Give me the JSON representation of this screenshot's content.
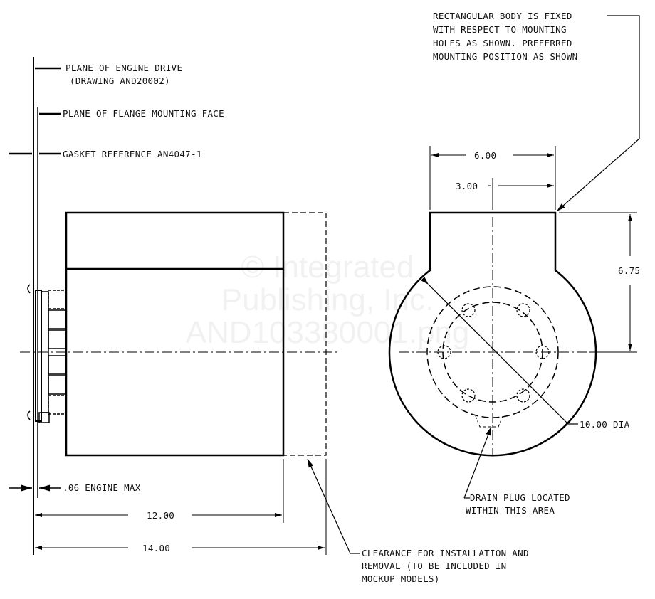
{
  "notes": {
    "engine_drive_1": "PLANE OF ENGINE DRIVE",
    "engine_drive_2": "(DRAWING AND20002)",
    "flange_face": "PLANE OF FLANGE MOUNTING FACE",
    "gasket": "GASKET REFERENCE AN4047-1",
    "rect_body_1": "RECTANGULAR BODY IS FIXED",
    "rect_body_2": "WITH RESPECT TO MOUNTING",
    "rect_body_3": "HOLES AS SHOWN. PREFERRED",
    "rect_body_4": "MOUNTING POSITION AS SHOWN",
    "engine_max": ".06 ENGINE MAX",
    "drain_1": "DRAIN PLUG LOCATED",
    "drain_2": "WITHIN THIS AREA",
    "clearance_1": "CLEARANCE FOR INSTALLATION AND",
    "clearance_2": "REMOVAL (TO BE INCLUDED IN",
    "clearance_3": "MOCKUP MODELS)"
  },
  "dimensions": {
    "width_total": "6.00",
    "width_half": "3.00",
    "height_center": "6.75",
    "diameter": "10.00 DIA",
    "length_body": "12.00",
    "length_clearance": "14.00"
  },
  "watermark": {
    "line1": "© Integrated",
    "line2": "Publishing, Inc.",
    "line3": "AND103380001.png"
  }
}
